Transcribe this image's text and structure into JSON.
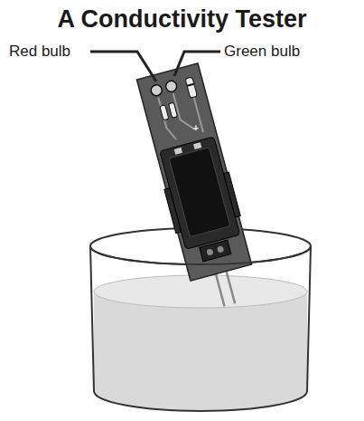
{
  "diagram": {
    "title": "A Conductivity Tester",
    "labels": [
      "Red bulb",
      "Green bulb",
      "+"
    ]
  }
}
